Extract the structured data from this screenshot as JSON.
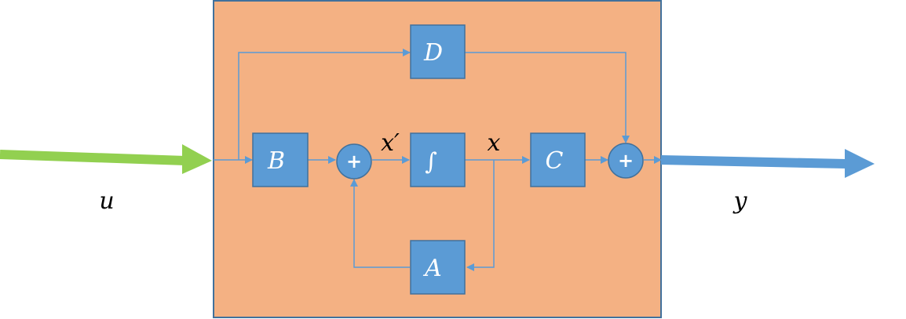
{
  "colors": {
    "system_fill": "#f4b183",
    "system_border": "#41719c",
    "block_fill": "#5b9bd5",
    "block_border": "#41719c",
    "wire": "#5b9bd5",
    "input_arrow": "#92d050",
    "output_arrow": "#5b9bd5"
  },
  "blocks": {
    "B": "B",
    "D": "D",
    "integrator": "∫",
    "C": "C",
    "A": "A"
  },
  "summers": {
    "left": "+",
    "right": "+"
  },
  "signals": {
    "input": "u",
    "output": "y",
    "state_derivative": "x′",
    "state": "x"
  }
}
